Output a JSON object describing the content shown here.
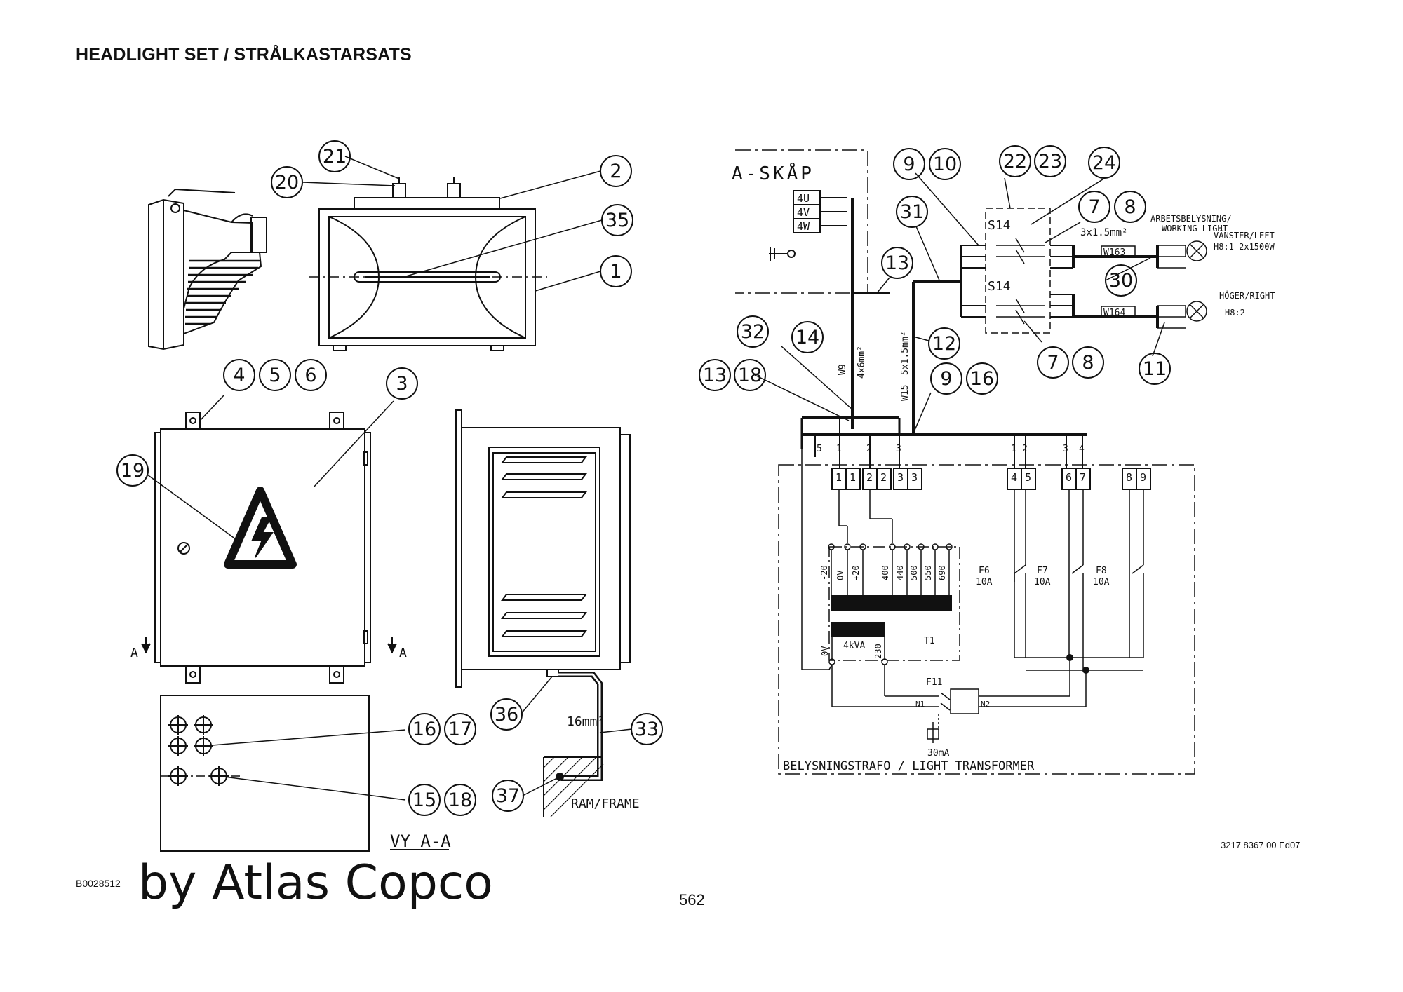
{
  "page": {
    "title": "HEADLIGHT SET / STRÅLKASTARSATS",
    "figure_id": "B0028512",
    "watermark": "by Atlas Copco",
    "page_number": "562",
    "doc_number": "3217 8367 00 Ed07"
  },
  "callouts": {
    "c21": "21",
    "c20": "20",
    "c2": "2",
    "c35": "35",
    "c1": "1",
    "c4": "4",
    "c5": "5",
    "c6": "6",
    "c3": "3",
    "c19": "19",
    "c16a": "16",
    "c17": "17",
    "c15": "15",
    "c18a": "18",
    "c36": "36",
    "c33": "33",
    "c37": "37",
    "c9a": "9",
    "c10": "10",
    "c22": "22",
    "c23": "23",
    "c24": "24",
    "c31": "31",
    "c7a": "7",
    "c8a": "8",
    "c13a": "13",
    "c30": "30",
    "c32": "32",
    "c14": "14",
    "c12": "12",
    "c7b": "7",
    "c8b": "8",
    "c11": "11",
    "c13b": "13",
    "c18b": "18",
    "c9b": "9",
    "c16b": "16"
  },
  "labels": {
    "view_aa": "VY A-A",
    "section_a_left": "A",
    "section_a_right": "A",
    "cable_16": "16mm²",
    "ram_frame": "RAM/FRAME",
    "a_skap": "A-SKÅP",
    "term_4u": "4U",
    "term_4v": "4V",
    "term_4w": "4W",
    "s14_top": "S14",
    "s14_bottom": "S14",
    "cable_3x15": "3x1.5mm²",
    "w163": "W163",
    "w164": "W164",
    "arbets": "ARBETSBELYSNING/",
    "working_light": "WORKING LIGHT",
    "vanster_left": "VÄNSTER/LEFT",
    "h81": "H8:1 2x1500W",
    "hoger_right": "HÖGER/RIGHT",
    "h82": "H8:2",
    "w9": "W9",
    "cable_4x6": "4x6mm²",
    "w15": "W15",
    "cable_5x15": "5x1.5mm²",
    "f6": "F6",
    "f7": "F7",
    "f8": "F8",
    "fuse_10a_1": "10A",
    "fuse_10a_2": "10A",
    "fuse_10a_3": "10A",
    "kva": "4kVA",
    "t1": "T1",
    "ov_bottom": "0V",
    "v230": "230",
    "f11": "F11",
    "n1": "N1",
    "n2": "N2",
    "ma30": "30mA",
    "transformer_caption": "BELYSNINGSTRAFO / LIGHT TRANSFORMER",
    "taps": [
      "-20",
      "0V",
      "+20",
      "400",
      "440",
      "500",
      "550",
      "690"
    ],
    "terminal_blocks": [
      "1",
      "1",
      "2",
      "2",
      "3",
      "3",
      "4",
      "5",
      "6",
      "7",
      "8",
      "9"
    ],
    "bus_numbers": [
      "5",
      "1",
      "2",
      "3",
      "1",
      "2",
      "3",
      "4"
    ]
  }
}
